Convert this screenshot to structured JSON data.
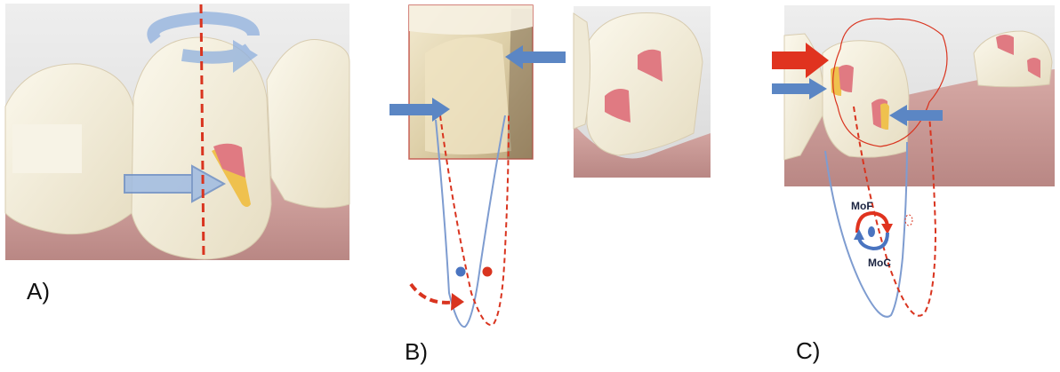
{
  "figure": {
    "panels": [
      {
        "id": "A",
        "label": "A)"
      },
      {
        "id": "B",
        "label": "B)"
      },
      {
        "id": "C",
        "label": "C)"
      }
    ],
    "annotations": {
      "moment_force": "MoF",
      "moment_couple": "MoC"
    },
    "colors": {
      "gingiva": "#c99a98",
      "tooth": "#f2ecd8",
      "background_grey": "#e4e4e4",
      "arrow_blue": "#5b86c4",
      "arrow_red": "#e0331f",
      "axis_red": "#d9341f",
      "outline_blue": "#7e9cd0",
      "cavity_pink": "#e07a82",
      "cavity_yellow": "#efc14e"
    }
  }
}
